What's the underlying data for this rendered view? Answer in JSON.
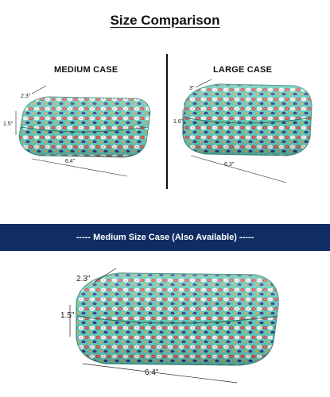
{
  "title": "Size Comparison",
  "medium": {
    "label": "MEDIUM CASE",
    "depth": "2.3\"",
    "height": "1.5\"",
    "length": "6.4\""
  },
  "large": {
    "label": "LARGE CASE",
    "depth": "3\"",
    "height": "1.6\"",
    "length": "6.3\""
  },
  "banner": {
    "text": "----- Medium Size Case (Also Available) -----"
  },
  "bottom": {
    "depth": "2.3\"",
    "height": "1.5\"",
    "length": "6.4\""
  },
  "colors": {
    "case_teal": "#5ec4b4",
    "banner_navy": "#0f2d63"
  }
}
